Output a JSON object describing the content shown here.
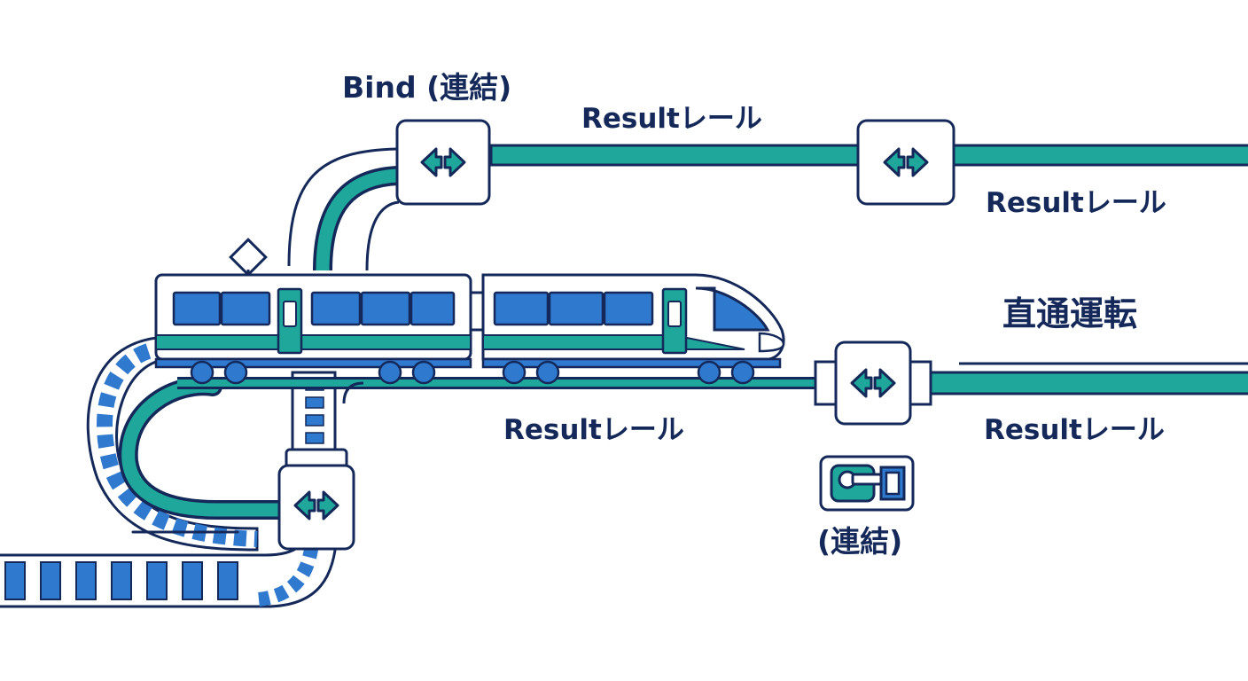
{
  "labels": {
    "bind": "Bind (連結)",
    "result_rail_upper_mid": "Resultレール",
    "result_rail_upper_right": "Resultレール",
    "through_service": "直通運転",
    "result_rail_lower_mid": "Resultレール",
    "result_rail_lower_right": "Resultレール",
    "coupling": "(連結)"
  },
  "icons": {
    "junction": "coupler-arrows-icon",
    "coupling": "coupler-plug-icon"
  },
  "colors": {
    "navy": "#14295a",
    "blue": "#2f79cf",
    "teal": "#1fa79b",
    "light_blue": "#a8c8ec",
    "white": "#ffffff"
  }
}
